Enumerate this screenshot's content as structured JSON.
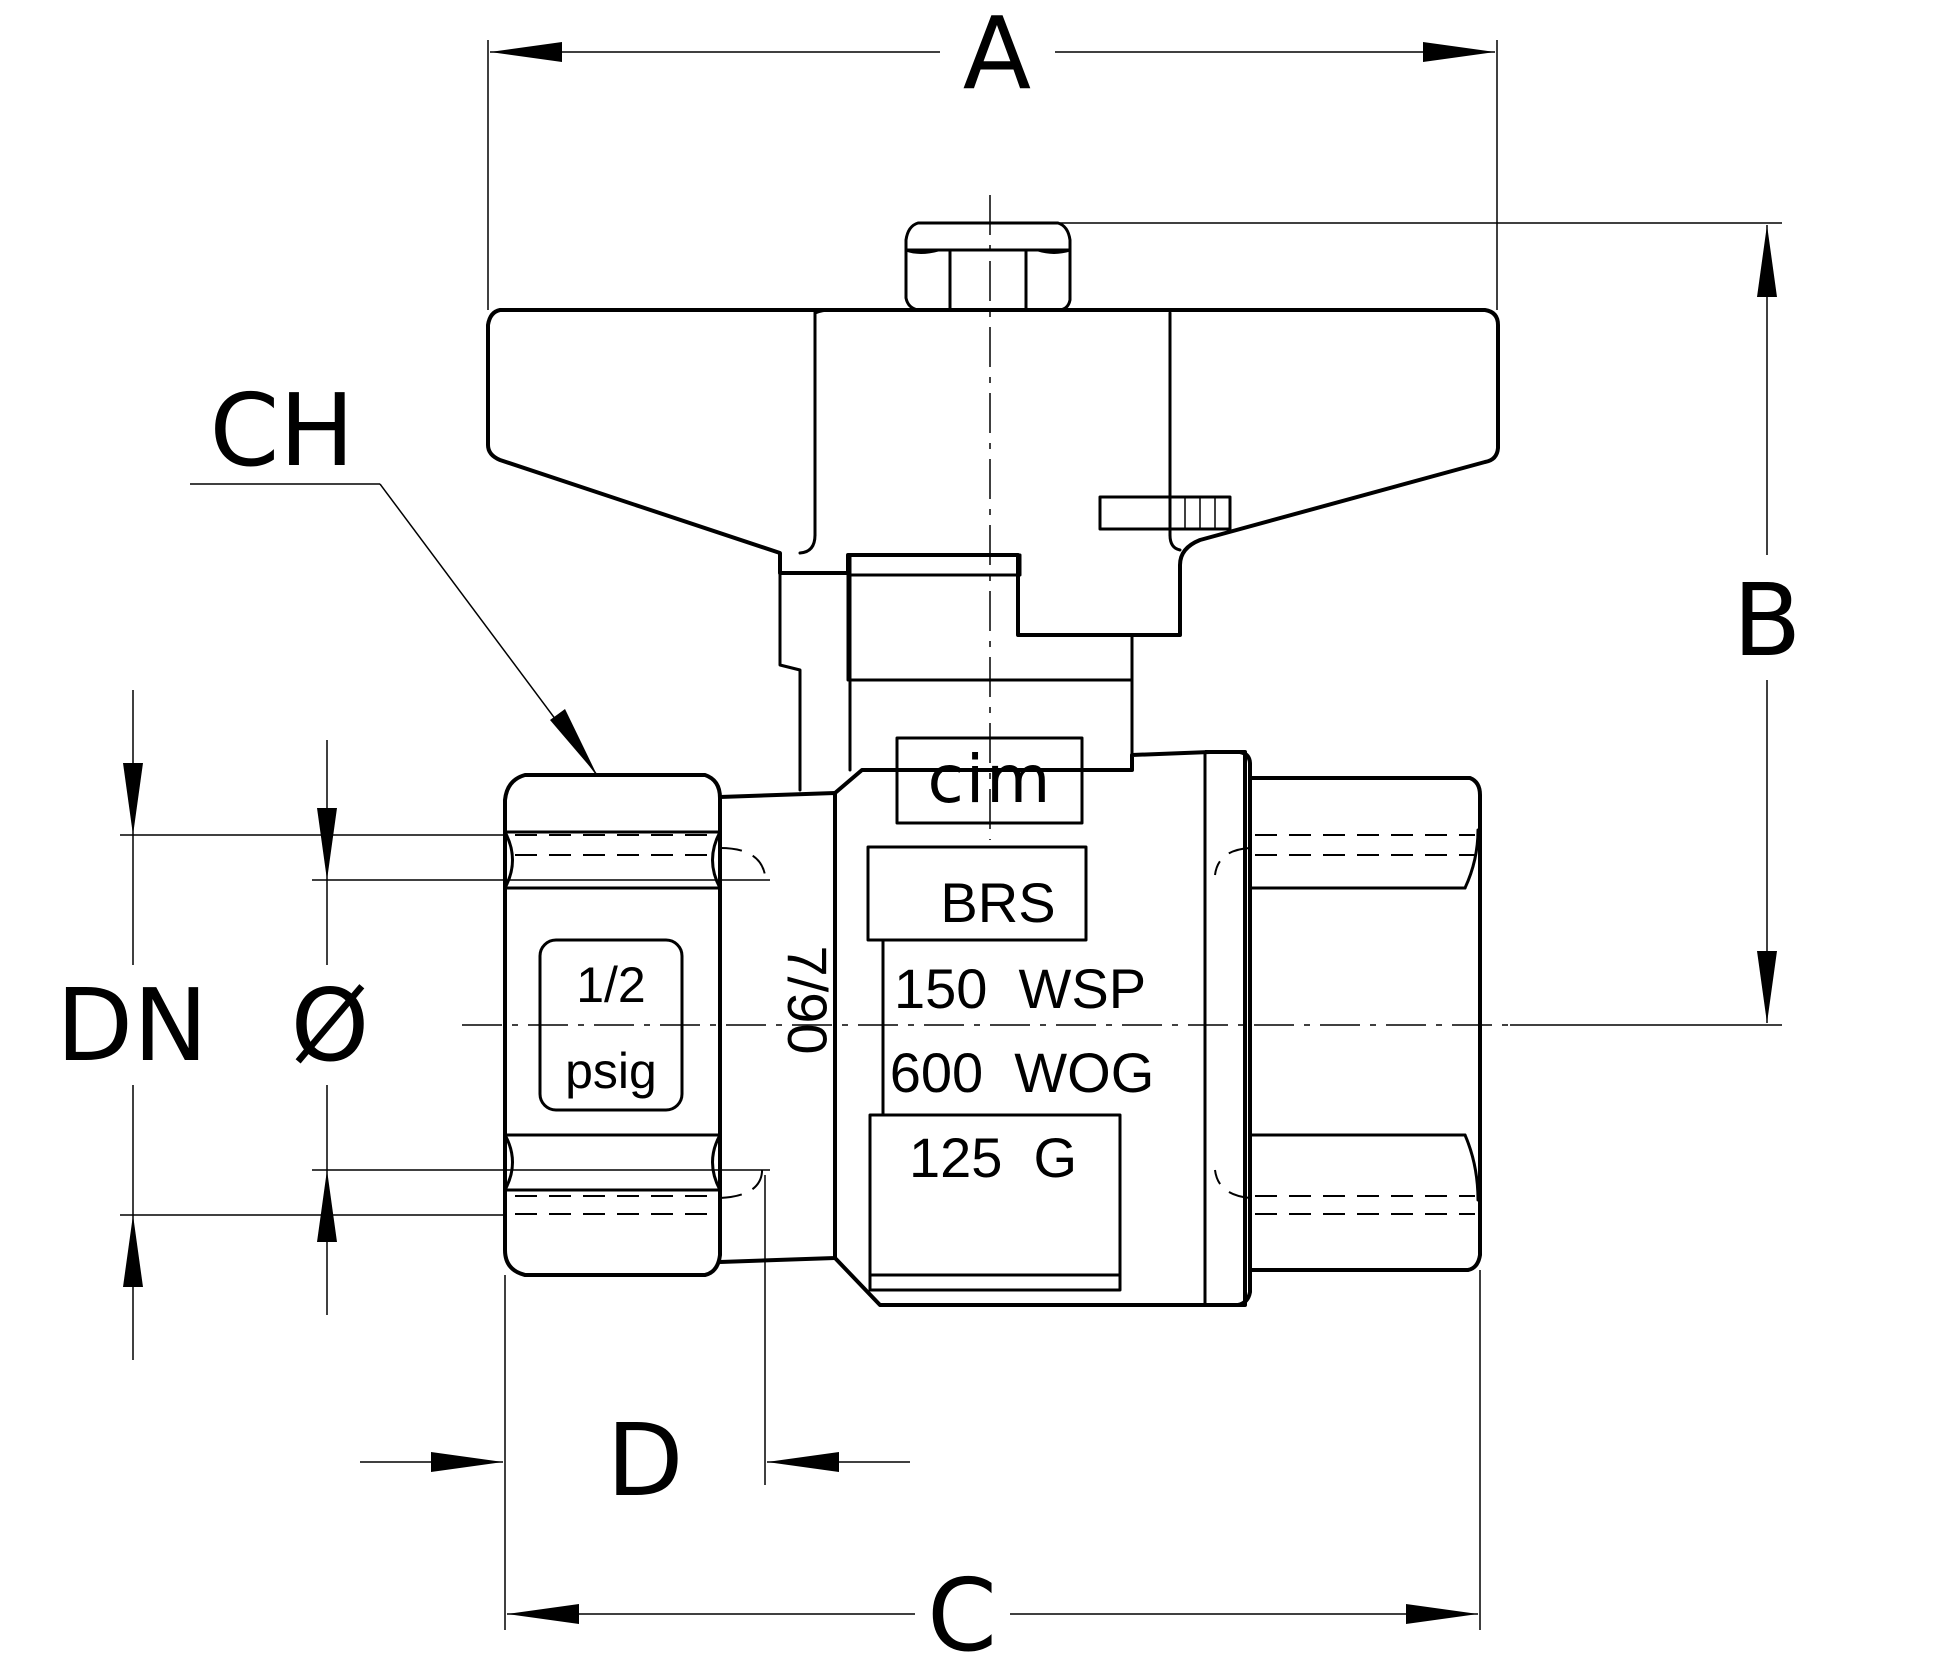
{
  "dimensions": {
    "a": "A",
    "b": "B",
    "c": "C",
    "d": "D",
    "ch": "CH",
    "dn": "DN",
    "diameter": "Ø"
  },
  "markings": {
    "logo": "cim",
    "material": "BRS",
    "rating_wsp": "150  WSP",
    "rating_wog": "600  WOG",
    "rating_g": "125  G",
    "size": "1/2",
    "unit": "psig",
    "code": "7/90"
  }
}
